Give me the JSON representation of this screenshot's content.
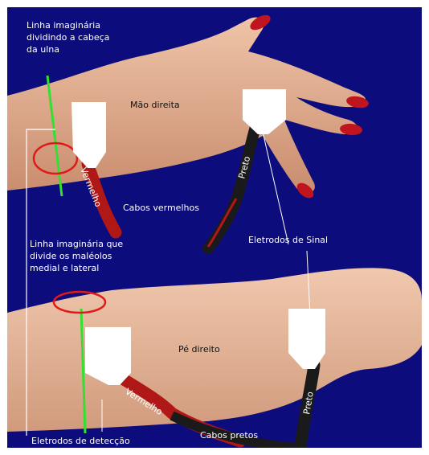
{
  "labels": {
    "ulna_line": "Linha imaginária\ndividindo a cabeça\nda ulna",
    "right_hand": "Mão direita",
    "red_cables": "Cabos vermelhos",
    "signal_electrodes": "Eletrodos de Sinal",
    "malleoli_line": "Linha imaginária que\ndivide os maléolos\nmedial e lateral",
    "right_foot": "Pé direito",
    "detection_electrodes": "Eletrodos de detecção",
    "black_cables": "Cabos pretos"
  },
  "cable_labels": {
    "hand_red": "Vermelho",
    "hand_black": "Preto",
    "foot_red": "Vermelho",
    "foot_black": "Preto"
  },
  "colors": {
    "background": "#0c0c7c",
    "skin": "#e8b89a",
    "skin_shadow": "#c98c6e",
    "nail": "#c0141e",
    "cable_red": "#b01818",
    "cable_black": "#1a1a1a",
    "guide_line": "#32e032",
    "marker_circle": "#e01a1a",
    "electrode": "#ffffff"
  }
}
